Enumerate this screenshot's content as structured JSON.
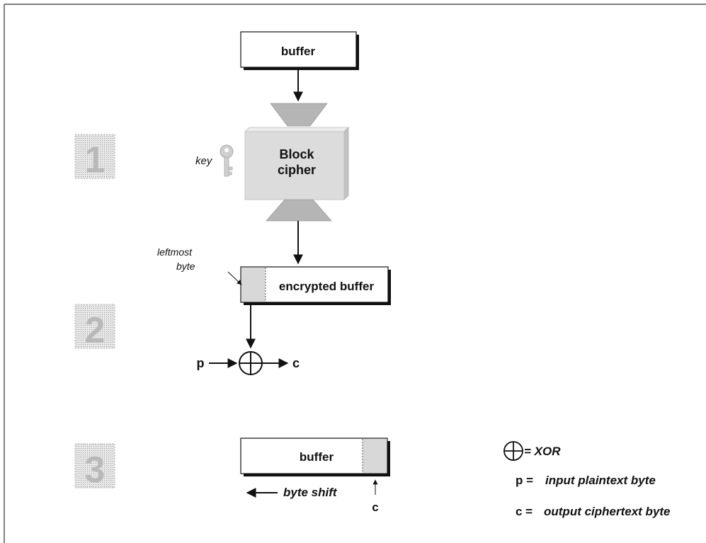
{
  "steps": {
    "one": "1",
    "two": "2",
    "three": "3"
  },
  "top_buffer": {
    "label": "buffer"
  },
  "cipher": {
    "line1": "Block",
    "line2": "cipher",
    "key_label": "key"
  },
  "encrypted_buffer": {
    "label": "encrypted buffer",
    "pointer_line1": "leftmost",
    "pointer_line2": "byte"
  },
  "xor_row": {
    "input": "p",
    "output": "c"
  },
  "shift_buffer": {
    "label": "buffer",
    "shift_label": "byte shift",
    "new_byte": "c"
  },
  "legend": {
    "xor": "= XOR",
    "p_symbol": "p =",
    "p_text": "input plaintext byte",
    "c_symbol": "c =",
    "c_text": "output ciphertext byte"
  },
  "colors": {
    "shade": "#d8d8d8",
    "step_digit": "#b9b9b9",
    "ink": "#111111"
  }
}
